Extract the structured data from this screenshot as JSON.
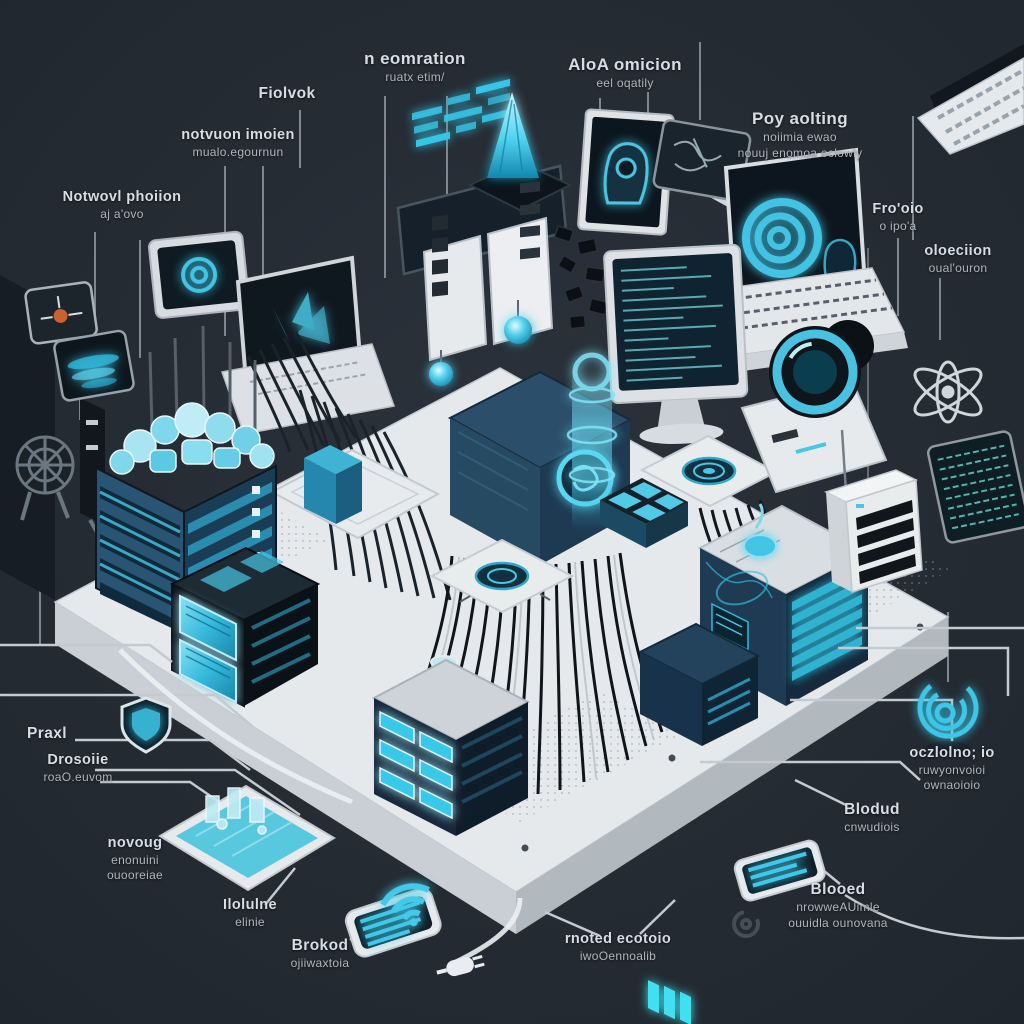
{
  "colors": {
    "background": "#262d35",
    "platform": "#e6e9ec",
    "accent_cyan": "#3fc6e4",
    "navy_server": "#1f3b54",
    "label_text": "#c7cdd3",
    "wire_dark": "#161c23"
  },
  "labels": [
    {
      "id": "net-annotation-top",
      "lines": [
        "n eomration",
        "ruatx etim/"
      ]
    },
    {
      "id": "alert-annotation-top",
      "lines": [
        "AloA omicion",
        "eel oqatily"
      ]
    },
    {
      "id": "flolvok",
      "lines": [
        "Fiolvok"
      ]
    },
    {
      "id": "network-inspection-left",
      "lines": [
        "notvuon imoien",
        "mualo.egournun"
      ]
    },
    {
      "id": "network-phishing-far-left",
      "lines": [
        "Notwovl phoiion",
        "aj a'ovo"
      ]
    },
    {
      "id": "proxy-routing-right",
      "lines": [
        "Poy aolting",
        "noiimia ewao",
        "nouuj enomoa eclowly"
      ]
    },
    {
      "id": "frooio-right",
      "lines": [
        "Fro'oio",
        "o ipo'a"
      ]
    },
    {
      "id": "oloecion-far-right",
      "lines": [
        "oloeciion",
        "oual'ouron"
      ]
    },
    {
      "id": "praxl-bottom-left",
      "lines": [
        "Praxl"
      ]
    },
    {
      "id": "deposite-bottom-left",
      "lines": [
        "Drosoiie",
        "roaO.euvom"
      ]
    },
    {
      "id": "novoug-bottom-left",
      "lines": [
        "novoug",
        "enonuini",
        "ouooreiae"
      ]
    },
    {
      "id": "ilolune-bottom",
      "lines": [
        "Ilolulne",
        "elinie"
      ]
    },
    {
      "id": "brokod-bottom",
      "lines": [
        "Brokod",
        "ojiiwaxtoia"
      ]
    },
    {
      "id": "protocol-bottom-center",
      "lines": [
        "rnoted ecotoio",
        "iwoOennoalib"
      ]
    },
    {
      "id": "ocrolno-right",
      "lines": [
        "oczlolno; io",
        "ruwyonvoioi",
        "ownaoioio"
      ]
    },
    {
      "id": "blocked-right",
      "lines": [
        "Blodud",
        "cnwudiois"
      ]
    },
    {
      "id": "blooed-bottom-right",
      "lines": [
        "Blooed",
        "nrowweAUimle",
        "ouuidla ounovana"
      ]
    }
  ]
}
